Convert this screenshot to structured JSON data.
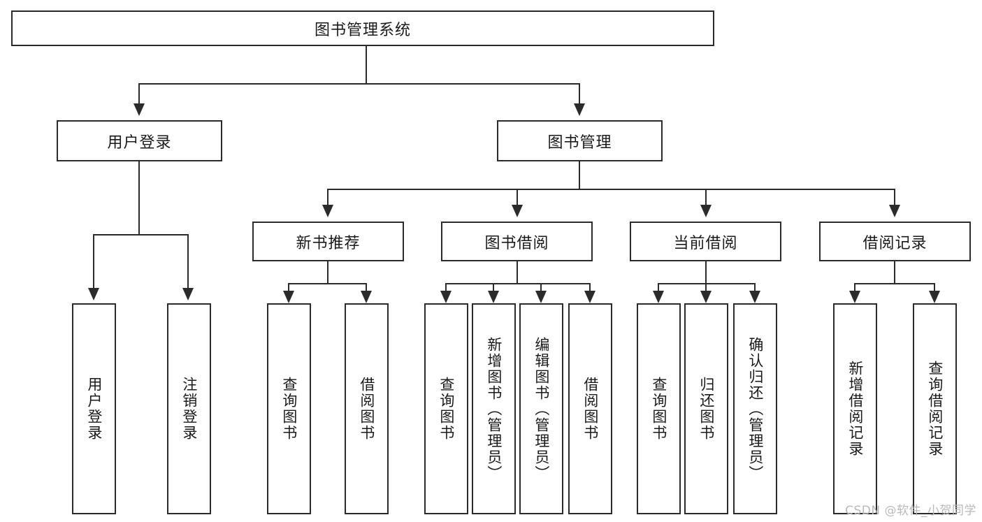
{
  "diagram": {
    "type": "tree-hierarchy-chart",
    "title": "图书管理系统",
    "watermark": "CSDN @软件_小贺同学",
    "colors": {
      "box_border": "#2b2b2b",
      "box_fill": "#ffffff",
      "connector": "#2b2b2b",
      "text": "#1a1a1a",
      "watermark": "#b9b9b9"
    },
    "root": {
      "label": "图书管理系统"
    },
    "level2": [
      {
        "label": "用户登录"
      },
      {
        "label": "图书管理"
      }
    ],
    "level3": [
      {
        "label": "新书推荐"
      },
      {
        "label": "图书借阅"
      },
      {
        "label": "当前借阅"
      },
      {
        "label": "借阅记录"
      }
    ],
    "leaves": {
      "user_login": [
        {
          "label": "用户登录"
        },
        {
          "label": "注销登录"
        }
      ],
      "new_book_recommend": [
        {
          "label": "查询图书"
        },
        {
          "label": "借阅图书"
        }
      ],
      "book_borrow": [
        {
          "label": "查询图书"
        },
        {
          "label": "新增图书（管理员）"
        },
        {
          "label": "编辑图书（管理员）"
        },
        {
          "label": "借阅图书"
        }
      ],
      "current_borrow": [
        {
          "label": "查询图书"
        },
        {
          "label": "归还图书"
        },
        {
          "label": "确认归还（管理员）"
        }
      ],
      "borrow_record": [
        {
          "label": "新增借阅记录"
        },
        {
          "label": "查询借阅记录"
        }
      ]
    }
  }
}
